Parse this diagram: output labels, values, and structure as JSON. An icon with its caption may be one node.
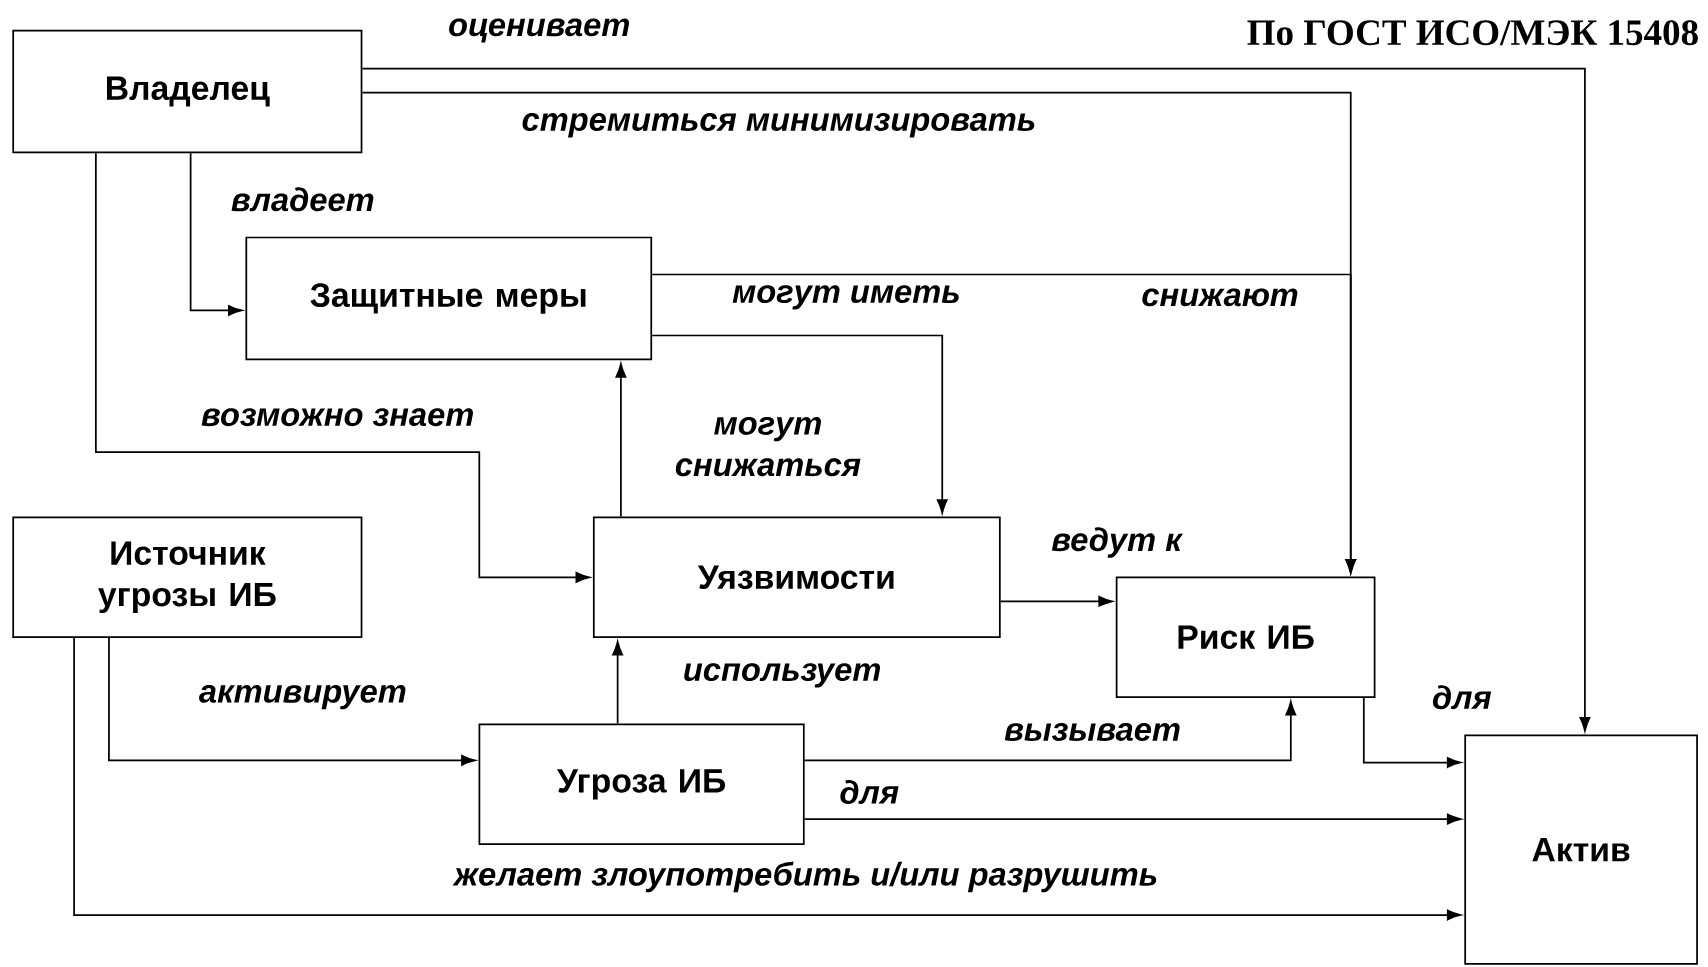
{
  "diagram": {
    "title": "По ГОСТ ИСО/МЭК 15408",
    "nodes": [
      {
        "text": [
          "Владелец"
        ]
      },
      {
        "text": [
          "Защитные меры"
        ]
      },
      {
        "text": [
          "Уязвимости"
        ]
      },
      {
        "text": [
          "Источник угрозы ИБ"
        ]
      },
      {
        "text": [
          "Риск ИБ"
        ]
      },
      {
        "text": [
          "Угроза ИБ"
        ]
      },
      {
        "text": [
          "Актив"
        ]
      }
    ],
    "edges": [
      {
        "from": 0,
        "to": 6,
        "arrow": "to",
        "label": "оценивает"
      },
      {
        "from": 0,
        "to": 4,
        "arrow": "to",
        "label": "стремиться минимизировать"
      },
      {
        "from": 0,
        "to": 1,
        "arrow": "to",
        "label": "владеет"
      },
      {
        "from": 0,
        "to": 2,
        "arrow": "to",
        "label": "возможно знает"
      },
      {
        "from": 1,
        "to": 4,
        "arrow": "to",
        "label": "снижают"
      },
      {
        "from": 1,
        "to": 2,
        "arrow": "to",
        "label": "могут иметь"
      },
      {
        "from": 2,
        "to": 1,
        "arrow": "to",
        "label": "могут снижаться"
      },
      {
        "from": 2,
        "to": 4,
        "arrow": "to",
        "label": "ведут к"
      },
      {
        "from": 3,
        "to": 5,
        "arrow": "to",
        "label": "активирует"
      },
      {
        "from": 5,
        "to": 2,
        "arrow": "to",
        "label": "использует"
      },
      {
        "from": 5,
        "to": 4,
        "arrow": "to",
        "label": "вызывает"
      },
      {
        "from": 5,
        "to": 6,
        "arrow": "to",
        "label": "для"
      },
      {
        "from": 4,
        "to": 6,
        "arrow": "to",
        "label": "для"
      },
      {
        "from": 3,
        "to": 6,
        "arrow": "to",
        "label": "желает злоупотребить и/или разрушить"
      }
    ]
  }
}
